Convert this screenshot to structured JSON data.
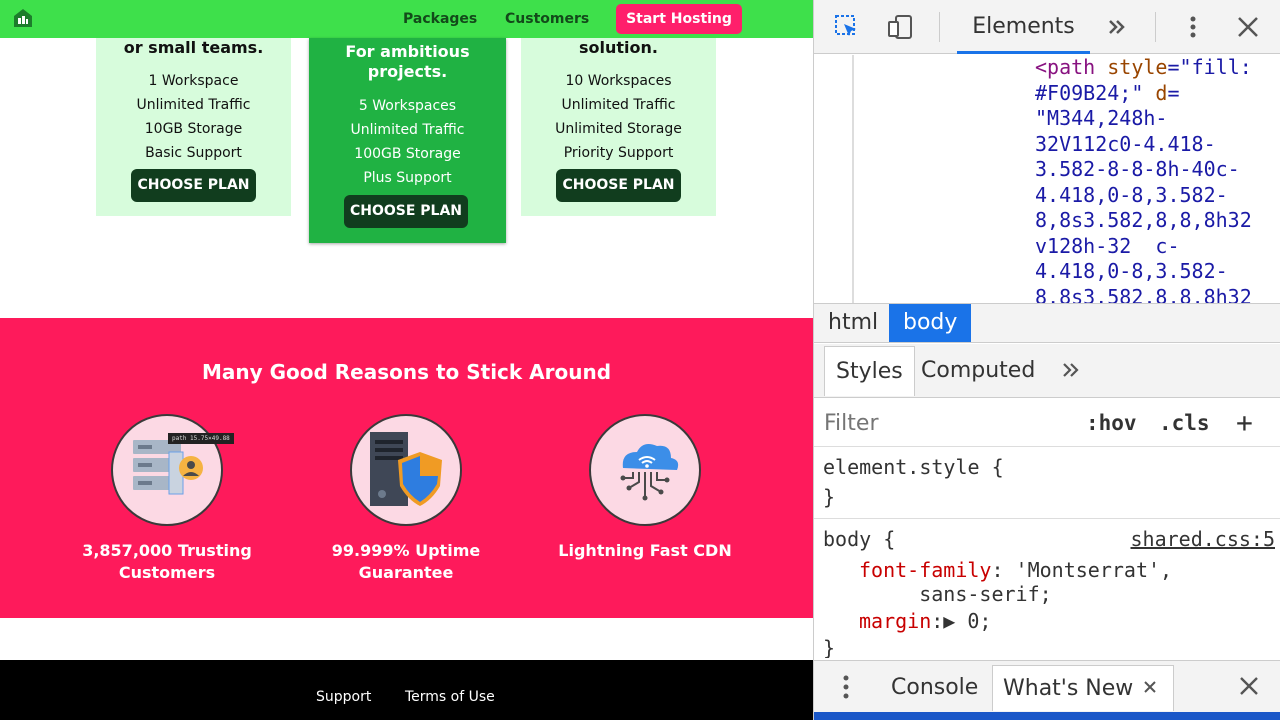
{
  "nav": {
    "links": [
      "Packages",
      "Customers"
    ],
    "cta": "Start Hosting"
  },
  "plans": [
    {
      "title": "or small teams.",
      "features": [
        "1 Workspace",
        "Unlimited Traffic",
        "10GB Storage",
        "Basic Support"
      ],
      "button": "CHOOSE PLAN"
    },
    {
      "title": "For ambitious projects.",
      "features": [
        "5 Workspaces",
        "Unlimited Traffic",
        "100GB Storage",
        "Plus Support"
      ],
      "button": "CHOOSE PLAN"
    },
    {
      "title": "solution.",
      "features": [
        "10 Workspaces",
        "Unlimited Traffic",
        "Unlimited Storage",
        "Priority Support"
      ],
      "button": "CHOOSE PLAN"
    }
  ],
  "reasons": {
    "title": "Many Good Reasons to Stick Around",
    "items": [
      {
        "label": "3,857,000 Trusting Customers",
        "icon": "server-user-icon"
      },
      {
        "label": "99.999% Uptime Guarantee",
        "icon": "server-shield-icon"
      },
      {
        "label": "Lightning Fast CDN",
        "icon": "cloud-network-icon"
      }
    ],
    "tooltip": "path 15.75×49.88"
  },
  "footer": {
    "links": [
      "Support",
      "Terms of Use"
    ]
  },
  "devtools": {
    "main_tab": "Elements",
    "dom_code": {
      "tag": "<path",
      "attr1": "style",
      "val1": "\"fill:\n#F09B24;\"",
      "attr2": "d",
      "val2": "\"M344,248h-\n32V112c0-4.418-\n3.582-8-8-8h-40c-\n4.418,0-8,3.582-\n8,8s3.582,8,8,8h32\nv128h-32  c-\n4.418,0-8,3.582-\n8,8s3.582,8,8,8h32"
    },
    "breadcrumbs": [
      "html",
      "body"
    ],
    "subtabs": [
      "Styles",
      "Computed"
    ],
    "filter_placeholder": "Filter",
    "filter_buttons": [
      ":hov",
      ".cls",
      "+"
    ],
    "element_style": "element.style {",
    "rule_selector": "body {",
    "rule_source": "shared.css:5",
    "rule_props": [
      {
        "name": "font-family",
        "value": " 'Montserrat',\n     sans-serif;"
      },
      {
        "name": "margin",
        "value": "▶ 0;"
      }
    ],
    "drawer_tabs": [
      "Console",
      "What's New"
    ]
  },
  "colors": {
    "nav_bg": "#3ee04b",
    "cta_bg": "#ff1f6b",
    "reasons_bg": "#fe1a5b",
    "plan_light": "#d7fcdc",
    "plan_dark": "#20b243",
    "devtools_accent": "#1a73e8"
  }
}
